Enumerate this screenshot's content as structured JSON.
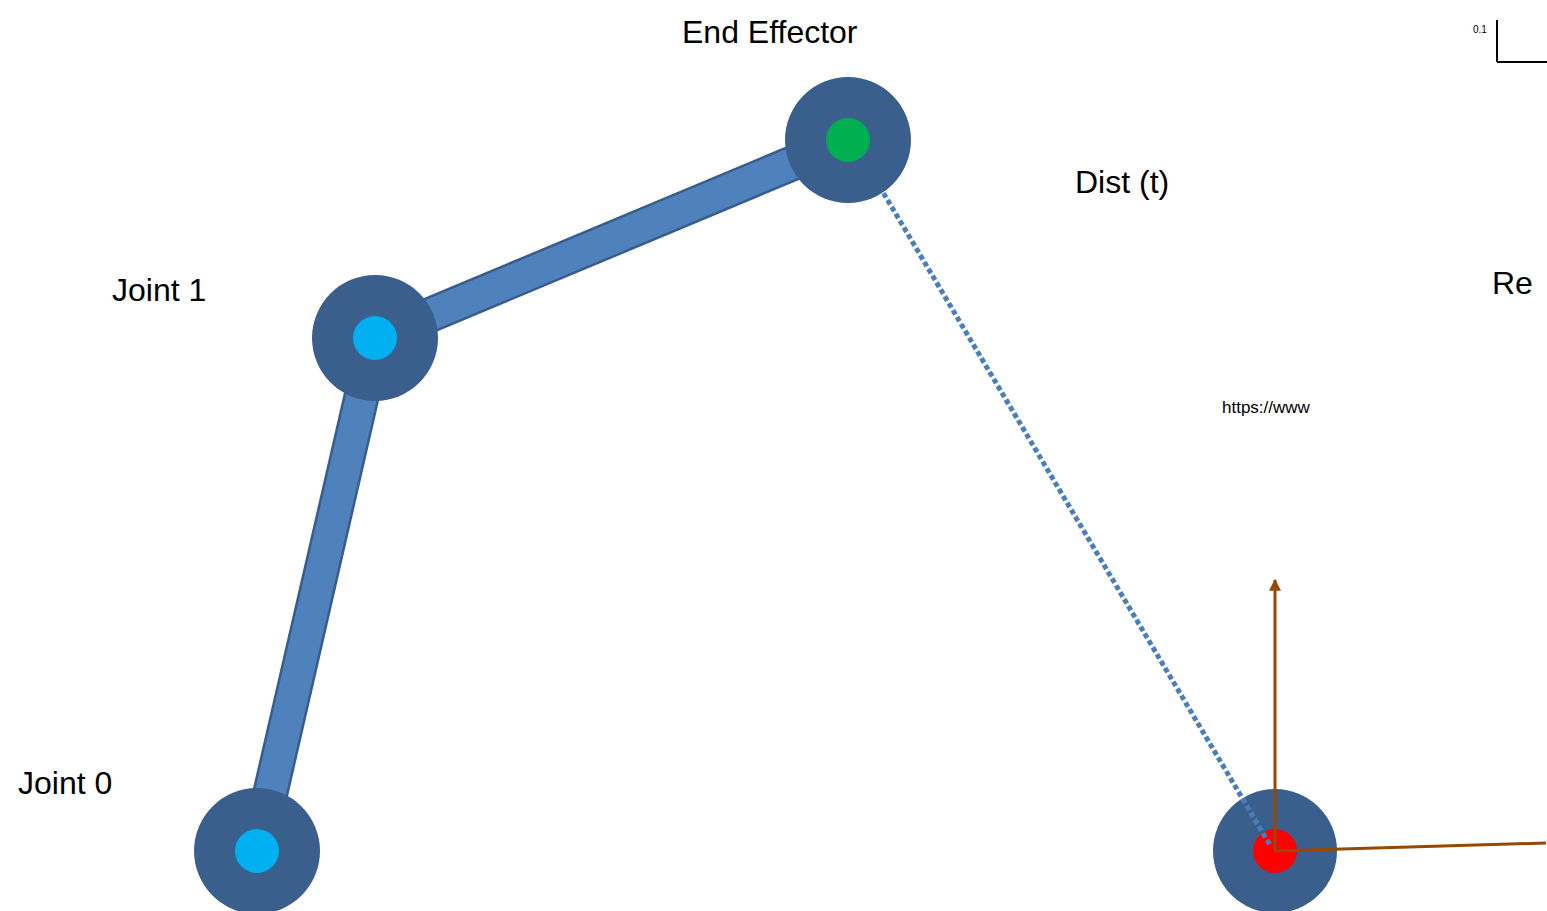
{
  "diagram": {
    "nodes": [
      {
        "text": [
          "Joint 0"
        ]
      },
      {
        "text": [
          "Joint 1"
        ]
      },
      {
        "text": [
          "End Effector"
        ]
      }
    ],
    "edges": [
      {
        "from": 0,
        "to": 1,
        "arrow": "none"
      },
      {
        "from": 1,
        "to": 2,
        "arrow": "none"
      }
    ],
    "labels": [
      "Dist (t)",
      "Re",
      "https://www",
      "0.1"
    ]
  }
}
